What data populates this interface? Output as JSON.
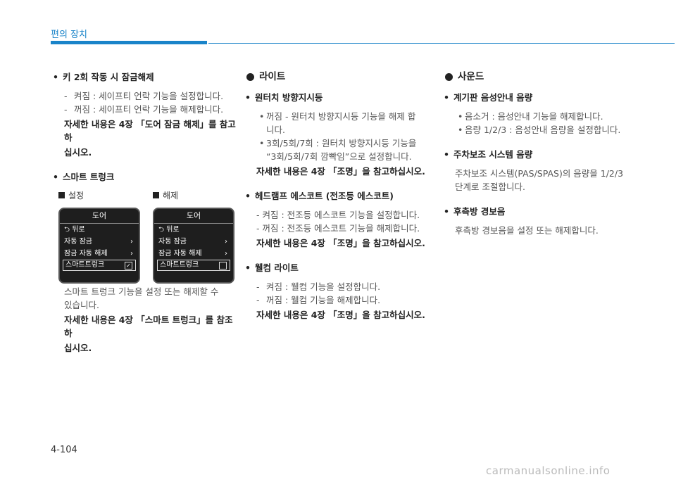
{
  "header": {
    "title": "편의 장치"
  },
  "col1": {
    "key_title": "키 2회 작동 시 잠금해제",
    "key_items": [
      "켜짐 : 세이프티 언락 기능을 설정합니다.",
      "꺼짐 : 세이프티 언락 기능을 해제합니다."
    ],
    "key_ref_1": "자세한 내용은 4장 「도어 잠금 해제」를 참고하",
    "key_ref_2": "십시오.",
    "trunk_title": "스마트 트렁크",
    "label_on": "설정",
    "label_off": "해제",
    "screen_on": {
      "title": "도어",
      "back": "⮌ 뒤로",
      "items": [
        "자동 잠금",
        "잠금 자동 해제"
      ],
      "chev": "›",
      "selected": "스마트트렁크",
      "check": "✓"
    },
    "screen_off": {
      "title": "도어",
      "back": "⮌ 뒤로",
      "items": [
        "자동 잠금",
        "잠금 자동 해제"
      ],
      "chev": "›",
      "selected": "스마트트렁크",
      "check": ""
    },
    "trunk_desc_1": "스마트 트렁크 기능을 설정 또는 해제할 수",
    "trunk_desc_2": "있습니다.",
    "trunk_ref_1": "자세한 내용은 4장 「스마트 트렁크」를 참조하",
    "trunk_ref_2": "십시오."
  },
  "col2": {
    "section": "라이트",
    "b1_title": "원터치 방향지시등",
    "b1_items": [
      "꺼짐 - 원터치 방향지시등 기능을 해제 합",
      "니다.",
      "3회/5회/7회 : 원터치 방향지시등 기능을",
      "“3회/5회/7회 깜빡임”으로 설정합니다."
    ],
    "b1_ref": "자세한 내용은 4장 「조명」을 참고하십시오.",
    "b2_title": "헤드램프 에스코트 (전조등 에스코트)",
    "b2_items": [
      "- 켜짐 : 전조등 에스코트 기능을 설정합니다.",
      "- 꺼짐 : 전조등 에스코트 기능을 해제합니다."
    ],
    "b2_ref": "자세한 내용은 4장 「조명」을 참고하십시오.",
    "b3_title": "웰컴 라이트",
    "b3_items": [
      "켜짐 : 웰컴 기능을 설정합니다.",
      "꺼짐 : 웰컴 기능을 해제합니다."
    ],
    "b3_ref": "자세한 내용은 4장 「조명」을 참고하십시오."
  },
  "col3": {
    "section": "사운드",
    "b1_title": "계기판 음성안내 음량",
    "b1_items": [
      "음소거 : 음성안내 기능을 해제합니다.",
      "음량 1/2/3 : 음성안내 음량을 설정합니다."
    ],
    "b2_title": "주차보조 시스템 음량",
    "b2_desc_1": "주차보조 시스템(PAS/SPAS)의 음량을 1/2/3",
    "b2_desc_2": "단계로 조절합니다.",
    "b3_title": "후측방 경보음",
    "b3_desc": "후측방 경보음을 설정 또는 해제합니다."
  },
  "footer": {
    "page": "4-104",
    "watermark": "carmanualsonline.info"
  }
}
